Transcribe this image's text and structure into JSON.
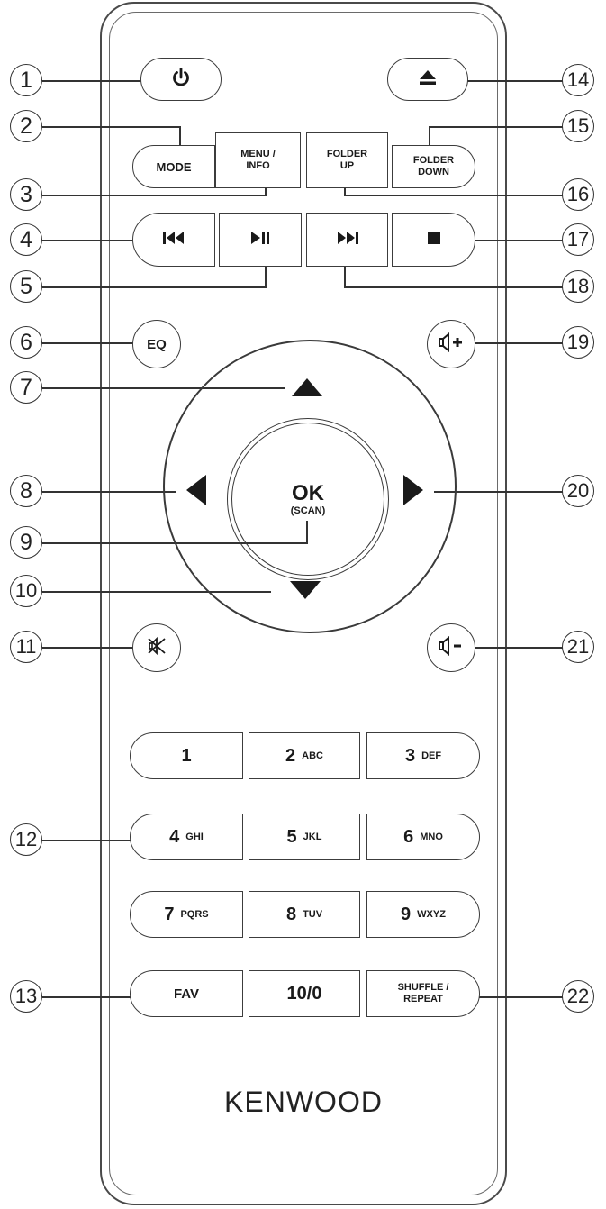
{
  "brand": "KENWOOD",
  "buttons": {
    "power": {
      "callout": "1",
      "icon": "power-icon"
    },
    "mode": {
      "callout": "2",
      "label": "MODE"
    },
    "menu_info": {
      "callout": "3",
      "label_line1": "MENU /",
      "label_line2": "INFO"
    },
    "prev": {
      "callout": "4",
      "icon": "skip-previous-icon"
    },
    "play_pause": {
      "callout": "5",
      "icon": "play-pause-icon"
    },
    "eq": {
      "callout": "6",
      "label": "EQ"
    },
    "up": {
      "callout": "7",
      "icon": "arrow-up-icon"
    },
    "left": {
      "callout": "8",
      "icon": "arrow-left-icon"
    },
    "ok": {
      "callout": "9",
      "label": "OK",
      "sublabel": "(SCAN)"
    },
    "down": {
      "callout": "10",
      "icon": "arrow-down-icon"
    },
    "mute": {
      "callout": "11",
      "icon": "mute-icon"
    },
    "numeric_keypad": {
      "callout": "12"
    },
    "fav": {
      "callout": "13",
      "label": "FAV"
    },
    "eject": {
      "callout": "14",
      "icon": "eject-icon"
    },
    "folder_down": {
      "callout": "15",
      "label_line1": "FOLDER",
      "label_line2": "DOWN"
    },
    "folder_up": {
      "callout": "16",
      "label_line1": "FOLDER",
      "label_line2": "UP"
    },
    "stop": {
      "callout": "17",
      "icon": "stop-icon"
    },
    "next": {
      "callout": "18",
      "icon": "skip-next-icon"
    },
    "vol_up": {
      "callout": "19",
      "icon": "volume-up-icon"
    },
    "right": {
      "callout": "20",
      "icon": "arrow-right-icon"
    },
    "vol_down": {
      "callout": "21",
      "icon": "volume-down-icon"
    },
    "shuffle_repeat": {
      "callout": "22",
      "label_line1": "SHUFFLE /",
      "label_line2": "REPEAT"
    }
  },
  "keypad": {
    "k1": {
      "digit": "1",
      "letters": ""
    },
    "k2": {
      "digit": "2",
      "letters": "ABC"
    },
    "k3": {
      "digit": "3",
      "letters": "DEF"
    },
    "k4": {
      "digit": "4",
      "letters": "GHI"
    },
    "k5": {
      "digit": "5",
      "letters": "JKL"
    },
    "k6": {
      "digit": "6",
      "letters": "MNO"
    },
    "k7": {
      "digit": "7",
      "letters": "PQRS"
    },
    "k8": {
      "digit": "8",
      "letters": "TUV"
    },
    "k9": {
      "digit": "9",
      "letters": "WXYZ"
    },
    "k0": {
      "digit": "10/0",
      "letters": ""
    }
  }
}
